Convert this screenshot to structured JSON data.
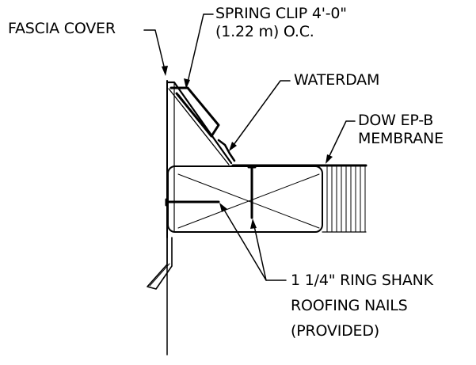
{
  "labels": {
    "fascia_cover": "FASCIA COVER",
    "spring_clip": {
      "line1": "SPRING CLIP 4'-0\"",
      "line2": "(1.22 m) O.C."
    },
    "waterdam": "WATERDAM",
    "membrane": {
      "line1": "DOW EP-B",
      "line2": "MEMBRANE"
    },
    "nails": {
      "line1": "1 1/4\" RING SHANK",
      "line2": "ROOFING NAILS",
      "line3": "(PROVIDED)"
    }
  },
  "colors": {
    "ink": "#000000",
    "background": "#ffffff"
  }
}
